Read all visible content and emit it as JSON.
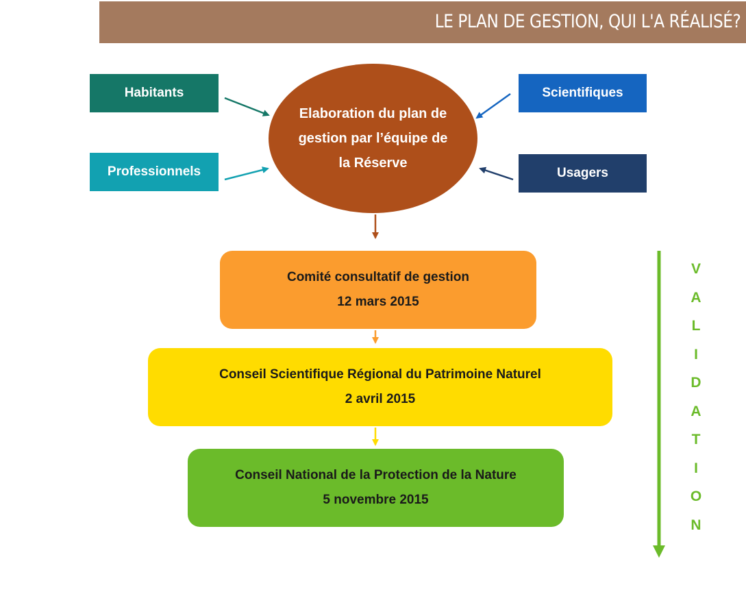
{
  "header": {
    "title": "LE PLAN DE GESTION, QUI L'A RÉALISÉ?",
    "background": "#a47a5e"
  },
  "inputs": [
    {
      "label": "Habitants",
      "color": "#157767"
    },
    {
      "label": "Professionnels",
      "color": "#12a1b1"
    },
    {
      "label": "Scientifiques",
      "color": "#1565c0"
    },
    {
      "label": "Usagers",
      "color": "#213f6b"
    }
  ],
  "center": {
    "lines": [
      "Elaboration du plan de",
      "gestion par l’équipe de",
      "la Réserve"
    ],
    "color": "#ae4f1a"
  },
  "stages": [
    {
      "title": "Comité consultatif de gestion",
      "date": "12 mars 2015",
      "color": "#fb9c2e"
    },
    {
      "title": "Conseil Scientifique Régional du Patrimoine Naturel",
      "date": "2 avril 2015",
      "color": "#ffdc00"
    },
    {
      "title": "Conseil National de la Protection de la Nature",
      "date": "5 novembre 2015",
      "color": "#6bbb2a"
    }
  ],
  "validation": {
    "letters": [
      "V",
      "A",
      "L",
      "I",
      "D",
      "A",
      "T",
      "I",
      "O",
      "N"
    ],
    "color": "#6bbb2a"
  }
}
